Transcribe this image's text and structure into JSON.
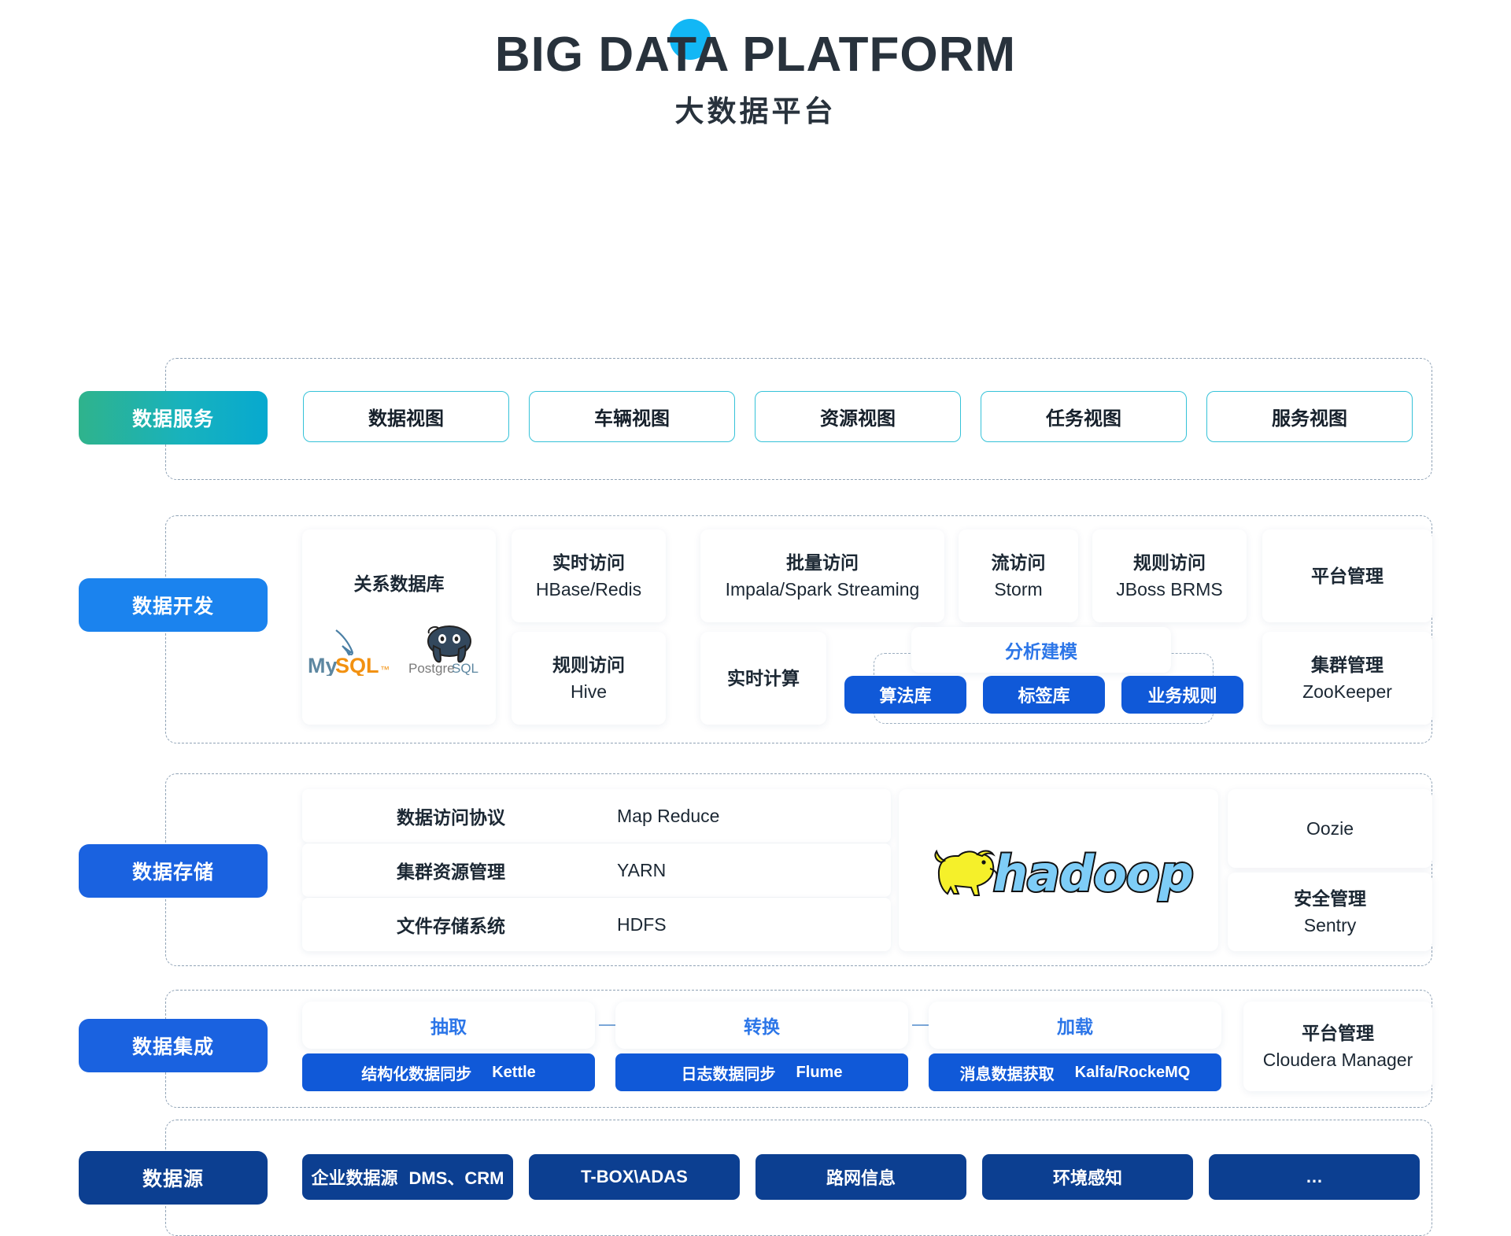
{
  "header": {
    "title_en": "BIG DATA PLATFORM",
    "title_cn": "大数据平台",
    "accent_color": "#12B7F5"
  },
  "layers": [
    {
      "id": "data-service",
      "badge": "数据服务",
      "badge_color": "#2fb38c",
      "items": [
        "数据视图",
        "车辆视图",
        "资源视图",
        "任务视图",
        "服务视图"
      ]
    },
    {
      "id": "data-development",
      "badge": "数据开发",
      "badge_color": "#1b83ee",
      "cards": [
        {
          "name": "relational-db",
          "l1": "关系数据库",
          "l2": ""
        },
        {
          "name": "realtime-access",
          "l1": "实时访问",
          "l2": "HBase/Redis"
        },
        {
          "name": "batch-access",
          "l1": "批量访问",
          "l2": "Impala/Spark Streaming"
        },
        {
          "name": "stream-access",
          "l1": "流访问",
          "l2": "Storm"
        },
        {
          "name": "rule-access",
          "l1": "规则访问",
          "l2": "JBoss BRMS"
        },
        {
          "name": "platform-management",
          "l1": "平台管理",
          "l2": ""
        },
        {
          "name": "rule-access-hive",
          "l1": "规则访问",
          "l2": "Hive"
        },
        {
          "name": "realtime-compute",
          "l1": "实时计算",
          "l2": ""
        },
        {
          "name": "cluster-management",
          "l1": "集群管理",
          "l2": "ZooKeeper"
        }
      ],
      "logos": [
        "MySQL",
        "PostgreSQL"
      ],
      "modeling": {
        "label": "分析建模",
        "pills": [
          "算法库",
          "标签库",
          "业务规则"
        ]
      }
    },
    {
      "id": "data-storage",
      "badge": "数据存储",
      "badge_color": "#1a62e0",
      "rows": [
        {
          "key": "数据访问协议",
          "value": "Map Reduce"
        },
        {
          "key": "集群资源管理",
          "value": "YARN"
        },
        {
          "key": "文件存储系统",
          "value": "HDFS"
        }
      ],
      "logo": "hadoop",
      "side": [
        {
          "l1": "Oozie",
          "l2": ""
        },
        {
          "l1": "安全管理",
          "l2": "Sentry"
        }
      ]
    },
    {
      "id": "data-integration",
      "badge": "数据集成",
      "badge_color": "#1a62e0",
      "stages": [
        {
          "head": "抽取",
          "label": "结构化数据同步",
          "tool": "Kettle"
        },
        {
          "head": "转换",
          "label": "日志数据同步",
          "tool": "Flume"
        },
        {
          "head": "加载",
          "label": "消息数据获取",
          "tool": "Kalfa/RockeMQ"
        }
      ],
      "side": {
        "l1": "平台管理",
        "l2": "Cloudera Manager"
      }
    },
    {
      "id": "data-source",
      "badge": "数据源",
      "badge_color": "#0c3f91",
      "items": [
        {
          "cn": "企业数据源",
          "en": "DMS、CRM"
        },
        {
          "cn": "T-BOX\\ADAS",
          "en": ""
        },
        {
          "cn": "路网信息",
          "en": ""
        },
        {
          "cn": "环境感知",
          "en": ""
        },
        {
          "cn": "…",
          "en": ""
        }
      ]
    }
  ]
}
